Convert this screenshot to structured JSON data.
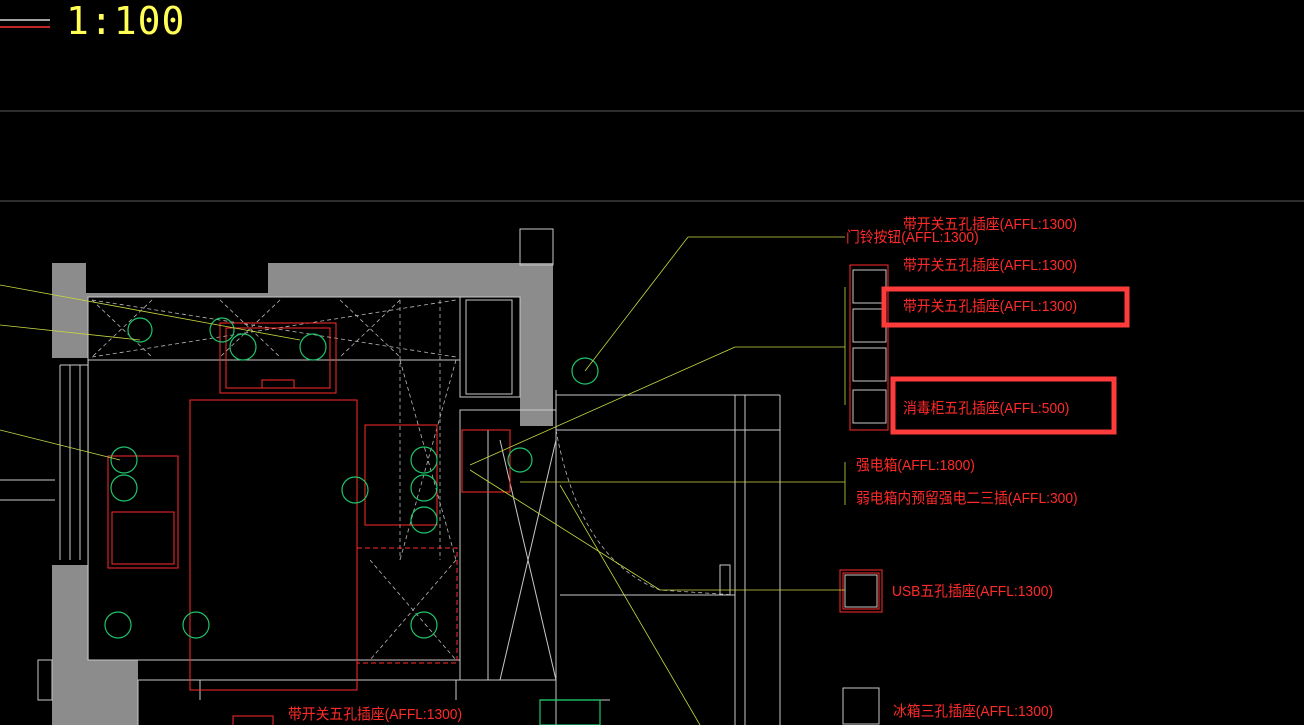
{
  "drawing": {
    "scale": "1:100",
    "colors": {
      "background": "#000000",
      "wall": "#8c8c8c",
      "line": "#c8c8c8",
      "red": "#ff2a2a",
      "green": "#1fc46a",
      "yellow": "#c8d840",
      "highlight": "#ff3b3b"
    }
  },
  "labels": {
    "doorbell": "门铃按钮(AFFL:1300)",
    "socket_top": "带开关五孔插座(AFFL:1300)",
    "socket_2": "带开关五孔插座(AFFL:1300)",
    "socket_3": "带开关五孔插座(AFFL:1300)",
    "sterilizer": "消毒柜五孔插座(AFFL:500)",
    "power_box": "强电箱(AFFL:1800)",
    "weak_box": "弱电箱内预留强电二三插(AFFL:300)",
    "usb_socket": "USB五孔插座(AFFL:1300)",
    "fridge_socket": "冰箱三孔插座(AFFL:1300)",
    "bottom_socket": "带开关五孔插座(AFFL:1300)"
  }
}
